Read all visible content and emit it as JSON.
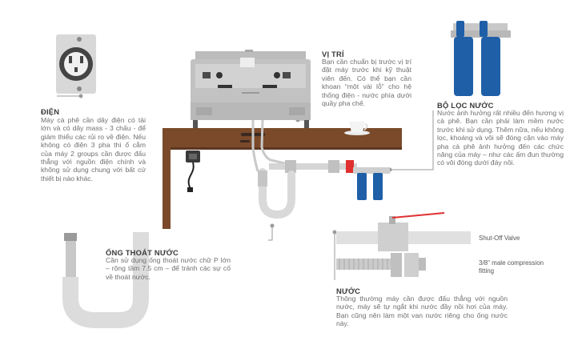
{
  "dien": {
    "title": "ĐIỆN",
    "body": "Máy cà phê cần dây điện có tải lớn và có dây mass - 3 chấu - để giảm thiểu các rủi ro về điện. Nếu không có điện 3 pha thì ổ cắm của máy 2 groups cần được đấu thẳng với nguồn điện chính và không sử dụng chung với bất cứ thiết bị nào khác."
  },
  "vitri": {
    "title": "VỊ TRÍ",
    "body": "Bạn cần chuẩn bị trước vị trí đặt máy trước khi kỹ thuật viên đến. Có thể bạn cần khoan “một vài lỗ” cho hệ thống điện - nước phía dưới quầy pha chế."
  },
  "boloc": {
    "title": "BỘ LỌC NƯỚC",
    "body": "Nước ảnh hưởng rất nhiều đến hương vị cà phê. Bạn cần phải làm mềm nước trước khi sử dụng. Thêm nữa, nếu không lọc, khoáng và vôi sẽ đóng cặn vào máy pha cà phê ảnh hưởng đến các chức năng của máy – như các ấm đun thường có vôi đóng dưới đáy nồi."
  },
  "ongthoat": {
    "title": "ỐNG THOÁT NƯỚC",
    "body": "Cần sử dụng ống thoát nước chữ P lớn – rộng tầm 7.5 cm – để tránh các sự cố về thoát nước."
  },
  "nuoc": {
    "title": "NƯỚC",
    "body": "Thông thường máy cần được đấu thẳng với nguồn nước, máy sẽ tự ngắt khi nước đầy nồi hơi của máy. Bạn cũng nên làm một van nước riêng cho ống nước này."
  },
  "labels": {
    "shutoff": "Shut-Off Valve",
    "compression": "3/8\" male compression fitting"
  },
  "colors": {
    "counter": "#7a4a2a",
    "counter_dark": "#5c3520",
    "pipe": "#d5d5d5",
    "filter_blue": "#1f5fa8",
    "accent_red": "#e03030",
    "leader_line": "#9a9a9a"
  }
}
